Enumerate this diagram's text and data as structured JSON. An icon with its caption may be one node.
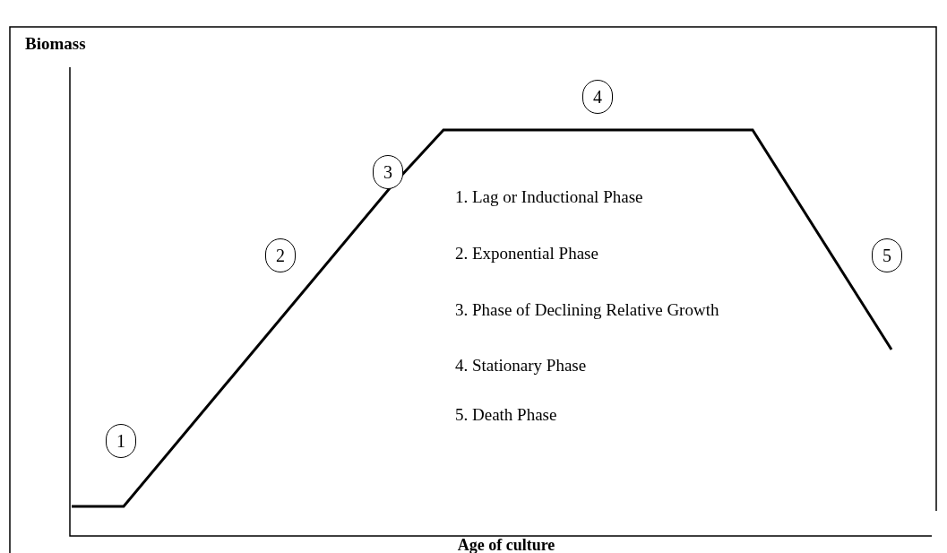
{
  "diagram": {
    "nodes": [
      {
        "text": [
          "1"
        ]
      },
      {
        "text": [
          "2"
        ]
      },
      {
        "text": [
          "3"
        ]
      },
      {
        "text": [
          "4"
        ]
      },
      {
        "text": [
          "5"
        ]
      }
    ],
    "labels": [
      "Biomass",
      "1. Lag or Inductional Phase",
      "2. Exponential Phase",
      "3. Phase of Declining Relative Growth",
      "4. Stationary Phase",
      "5. Death Phase",
      "Age of culture"
    ]
  }
}
